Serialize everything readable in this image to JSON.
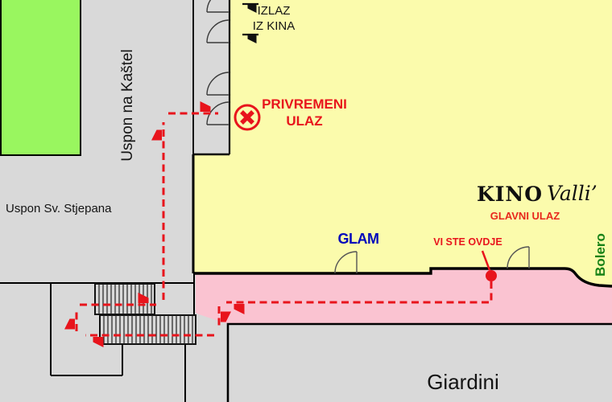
{
  "map": {
    "description_labels": {
      "exit_line1": "IZLAZ",
      "exit_line2": "IZ KINA",
      "temp_entrance_line1": "PRIVREMENI",
      "temp_entrance_line2": "ULAZ",
      "glam": "GLAM",
      "you_are_here": "VI STE OVDJE",
      "kino": "KINO",
      "valli": "Valli’",
      "main_entrance": "GLAVNI ULAZ",
      "bolero": "Bolero",
      "street_kastel": "Uspon na Kaštel",
      "street_stjepana": "Uspon Sv. Stjepana",
      "giardini": "Giardini"
    },
    "colors": {
      "building_yellow": "#fbfbac",
      "street_pink": "#fac3d1",
      "park_green": "#99f65f",
      "ground_gray": "#d9d9d9",
      "route_red": "#e8141c",
      "glam_blue": "#0008bb",
      "bolero_green": "#178217",
      "outline_black": "#000000"
    }
  }
}
